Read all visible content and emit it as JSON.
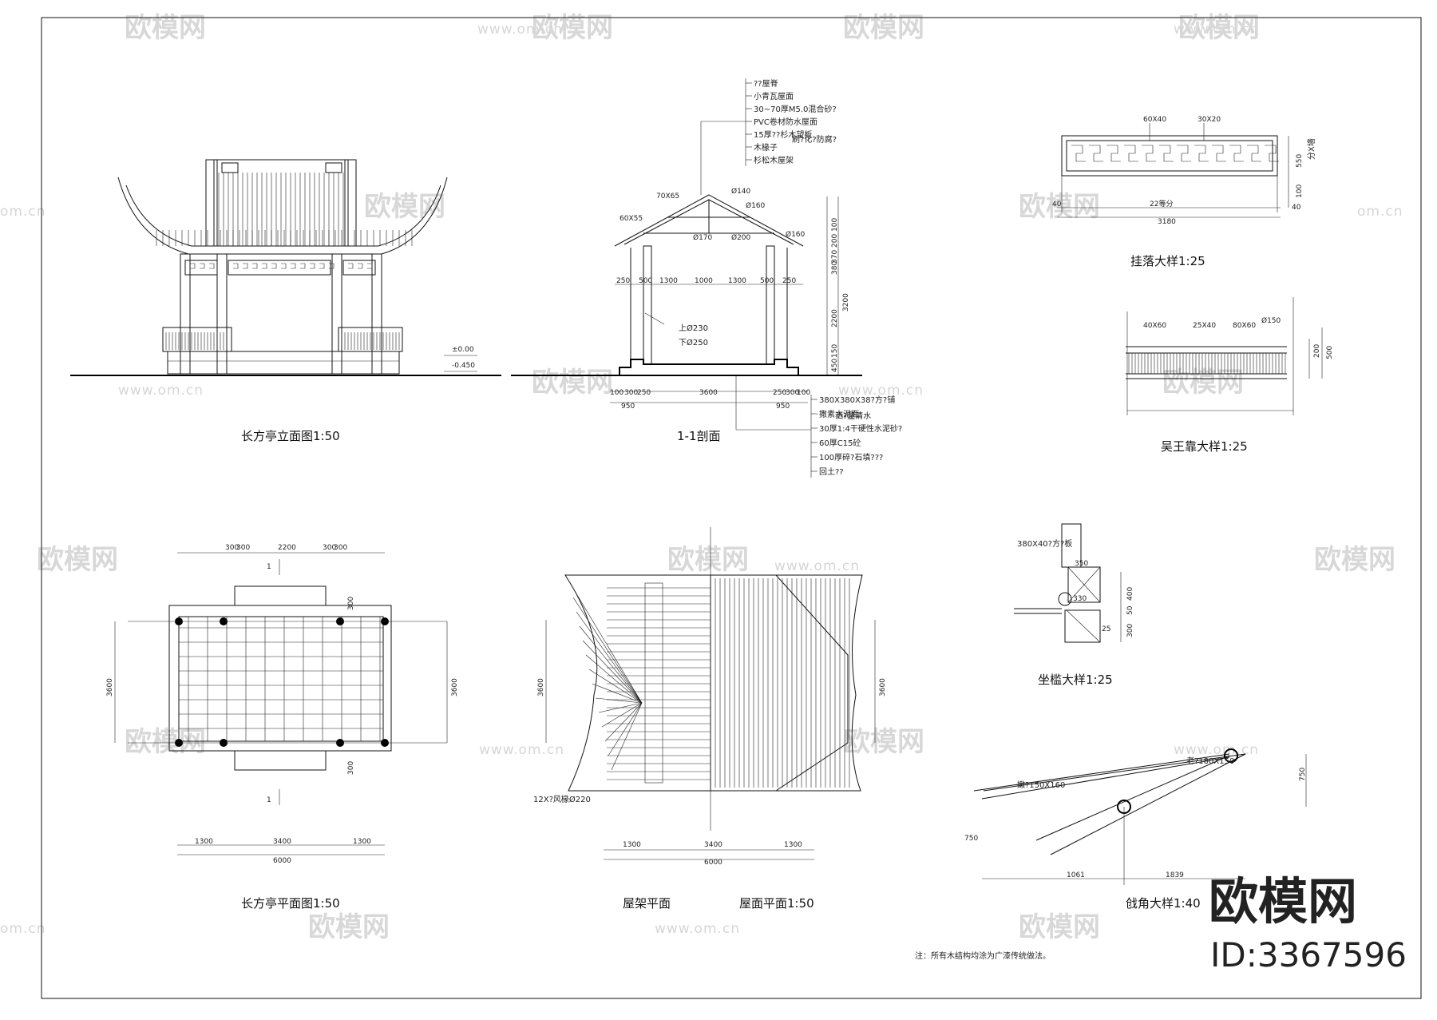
{
  "titles": {
    "elevation": "长方亭立面图1:50",
    "section": "1-1剖面",
    "hanging": "挂落大样1:25",
    "wuwang": "吴王靠大样1:25",
    "plan": "长方亭平面图1:50",
    "roof_frame": "屋架平面",
    "roof_plan": "屋面平面1:50",
    "seat": "坐槛大样1:25",
    "corner": "戗角大样1:40"
  },
  "roof_layers": [
    "??屋脊",
    "小青瓦屋面",
    "30~70厚M5.0混合砂?",
    "PVC卷材防水屋面",
    "15厚??杉木望板",
    "木椽子",
    "杉松木屋架"
  ],
  "roof_layer_note": "刷?化?防腐?",
  "floor_layers": [
    "380X380X38?方?铺",
    "撒素水泥面",
    "30厚1:4干硬性水泥砂?",
    "60厚C15砼",
    "100厚碎?石填???",
    "回土??"
  ],
  "floor_layer_note": "洒?量清水",
  "section_dims": {
    "top": [
      "250",
      "500",
      "1300",
      "1000",
      "1300",
      "500",
      "250"
    ],
    "bottom1": [
      "100",
      "300",
      "250",
      "3600",
      "250",
      "300",
      "100"
    ],
    "bottom2": [
      "950",
      "950"
    ],
    "right": [
      "100",
      "200",
      "370",
      "380",
      "2200",
      "150",
      "450"
    ],
    "right_total": "3200",
    "members": [
      "70X65",
      "60X55",
      "Ø140",
      "Ø160",
      "Ø160",
      "Ø170",
      "Ø200"
    ],
    "column": [
      "上Ø230",
      "下Ø250"
    ]
  },
  "elevation_marks": [
    "±0.00",
    "-0.450"
  ],
  "hanging_dims": {
    "top": [
      "60X40",
      "30X20"
    ],
    "bottom": "3180",
    "inner": "22等分",
    "left": "40",
    "right": [
      "550",
      "100",
      "40"
    ],
    "side": "分X墙"
  },
  "wuwang_dims": {
    "top": [
      "40X60",
      "25X40",
      "80X60",
      "Ø150"
    ],
    "right": [
      "200",
      "500"
    ]
  },
  "plan_dims": {
    "top": [
      "300",
      "300",
      "2200",
      "300",
      "300"
    ],
    "bottom": [
      "1300",
      "3400",
      "1300"
    ],
    "total": "6000",
    "left": "3600",
    "right": "3600",
    "side": [
      "300",
      "300"
    ],
    "cut": "1"
  },
  "roof_dims": {
    "bottom": [
      "1300",
      "3400",
      "1300"
    ],
    "total": "6000",
    "left": "3600",
    "right": "3600",
    "note": "12X?风椽Ø220"
  },
  "seat_dims": {
    "label": "380X40?方?板",
    "right": [
      "400",
      "50",
      "300"
    ],
    "inner": [
      "350",
      "330",
      "25"
    ]
  },
  "corner_dims": {
    "labels": [
      "老?180X150",
      "嫩?150X160"
    ],
    "bottom": [
      "1061",
      "1839"
    ],
    "right": "750",
    "left": "750"
  },
  "note": "注：所有木结构均涂为广漆传统做法。",
  "brand": "欧模网",
  "brand_id": "ID:3367596",
  "watermark": "欧模网",
  "watermark_url": "www.om.cn",
  "watermark_url_short": "om.cn"
}
